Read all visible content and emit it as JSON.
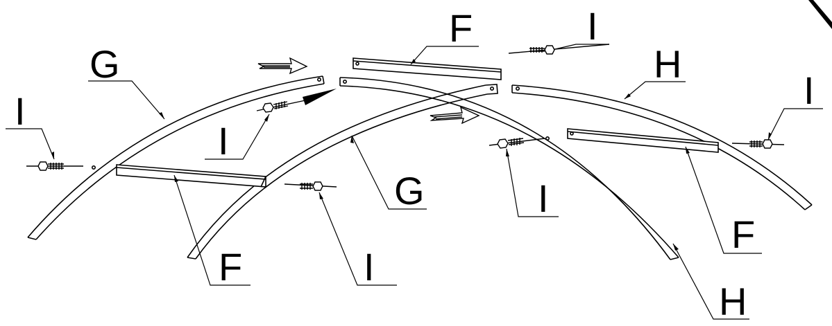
{
  "labels": {
    "g_left": "G",
    "g_mid": "G",
    "f_top": "F",
    "f_left": "F",
    "f_right": "F",
    "h_top": "H",
    "h_bottom": "H",
    "i_top": "I",
    "i_left": "I",
    "i_left_mid": "I",
    "i_bottom": "I",
    "i_mid": "I",
    "i_right": "I"
  },
  "colors": {
    "line": "#000000",
    "background": "#ffffff"
  },
  "icons": [
    "screw-icon",
    "direction-arrow-icon",
    "insert-arrow-icon"
  ]
}
